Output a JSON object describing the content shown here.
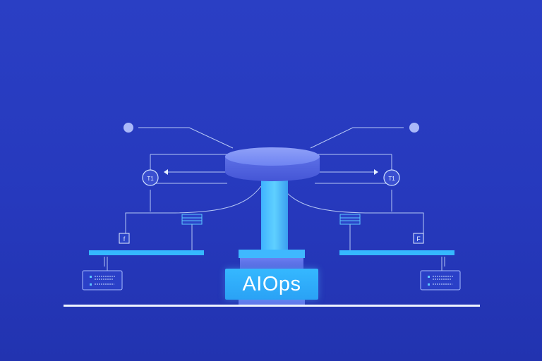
{
  "banner": {
    "label": "AIOps"
  },
  "nodes": {
    "left_ring_label": "T1",
    "right_ring_label": "T1",
    "left_panel_badge": "f",
    "right_panel_badge": "F"
  },
  "colors": {
    "background": "#2639bd",
    "line": "#cfe0ff",
    "accent": "#35b8ff",
    "pillar": "#4bc6ff",
    "cap": "#6f84f2"
  }
}
